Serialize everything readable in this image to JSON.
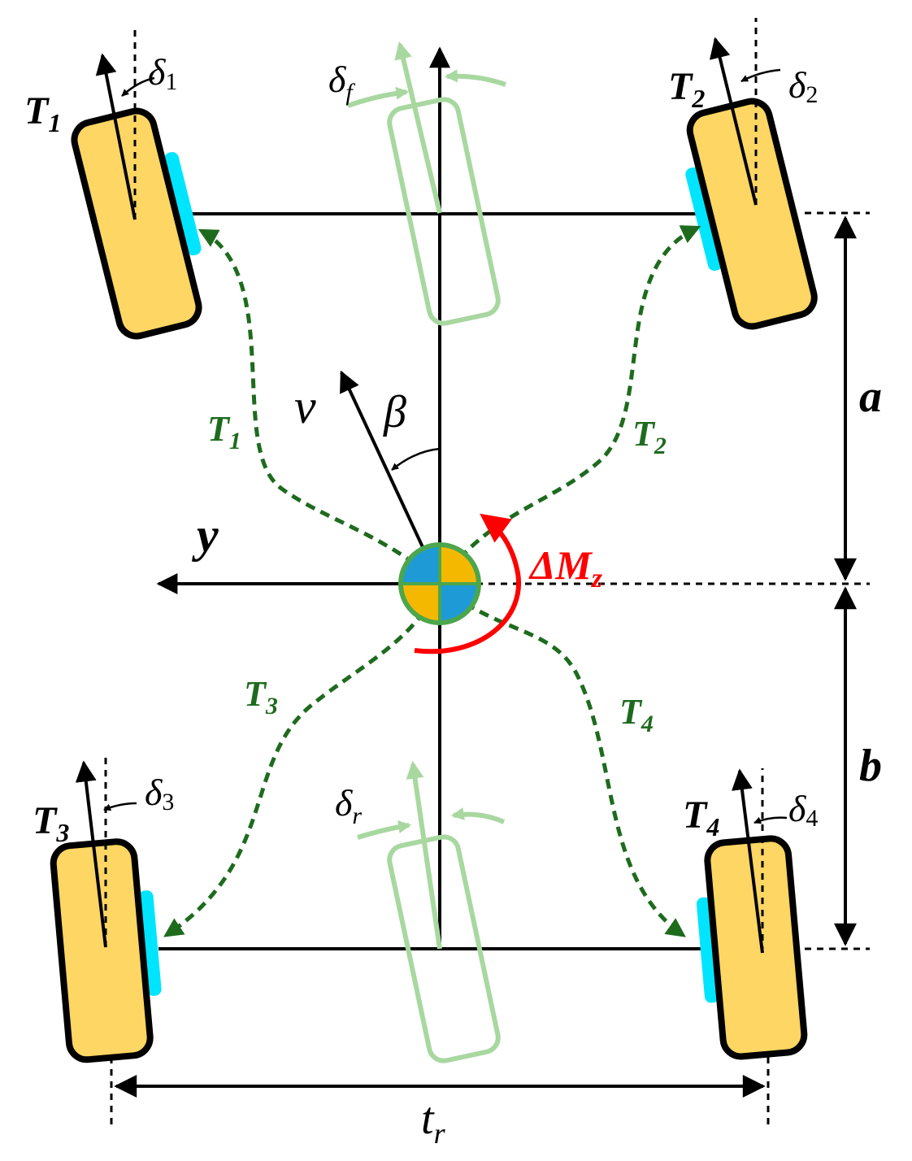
{
  "labels": {
    "torque_base": "T",
    "t1_sub": "1",
    "t2_sub": "2",
    "t3_sub": "3",
    "t4_sub": "4",
    "delta_base": "δ",
    "d1_sub": "1",
    "d2_sub": "2",
    "d3_sub": "3",
    "d4_sub": "4",
    "df_sub": "f",
    "dr_sub": "r",
    "velocity": "v",
    "sideslip": "β",
    "y_axis": "y",
    "yaw_moment_base": "ΔM",
    "yaw_moment_sub": "z",
    "dist_front": "a",
    "dist_rear": "b",
    "track_base": "t",
    "track_sub": "r"
  },
  "colors": {
    "wheel_fill": "#FDD663",
    "wheel_stroke": "#000000",
    "tire_accent": "#00E5FF",
    "torque_path": "#1E6B1E",
    "ghost_wheel": "#A8D8A0",
    "yaw_moment": "#FF0000",
    "cg_blue": "#1E9BD7",
    "cg_yellow": "#F5B800",
    "cg_ring": "#4CA64C"
  },
  "icons": [
    "center-of-gravity-icon",
    "wheel-icon",
    "arrow-icon"
  ]
}
